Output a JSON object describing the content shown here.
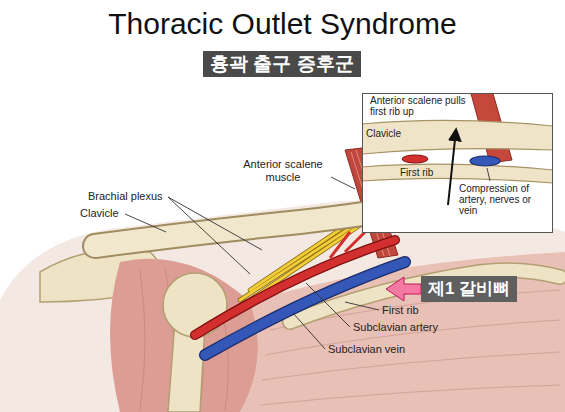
{
  "diagram": {
    "title": "Thoracic Outlet Syndrome",
    "nodes": [
      {
        "text": [
          "흉곽 출구 증후군"
        ]
      },
      {
        "text": [
          "Anterior scalene pulls first rib up",
          "Clavicle",
          "First rib",
          "Compression of artery, nerves or vein"
        ]
      },
      {
        "text": [
          "제1 갈비뼈"
        ]
      }
    ],
    "labels": [
      "Anterior scalene muscle",
      "Brachial plexus",
      "Clavicle",
      "First rib",
      "Subclavian artery",
      "Subclavian vein"
    ]
  }
}
